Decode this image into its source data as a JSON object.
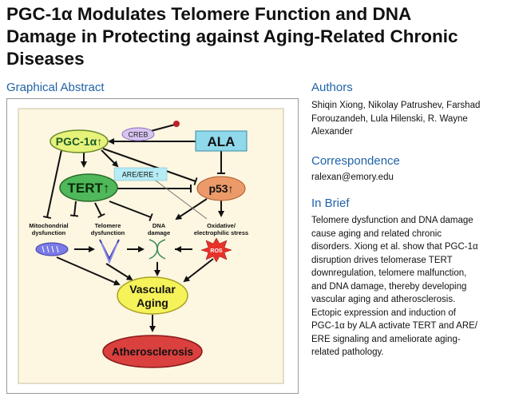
{
  "title_line1": "PGC-1α Modulates Telomere Function and DNA",
  "title_line2": "Damage in Protecting against Aging-Related Chronic",
  "title_line3": "Diseases",
  "graphical_abstract": {
    "heading": "Graphical Abstract",
    "nodes": {
      "pgc": "PGC-1α↑",
      "ala": "ALA",
      "creb": "CREB",
      "are": "ARE/ERE ↑",
      "tert": "TERT↑",
      "p53": "p53↑",
      "mito1": "Mitochondrial",
      "mito2": "dysfunction",
      "telo1": "Telomere",
      "telo2": "dysfunction",
      "dna1": "DNA",
      "dna2": "damage",
      "ox1": "Oxidative/",
      "ox2": "electrophilic stress",
      "ros": "ROS",
      "vasc1": "Vascular",
      "vasc2": "Aging",
      "athero": "Atherosclerosis"
    },
    "colors": {
      "panel_bg": "#fdf6e1",
      "pgc_fill": "#e7f27a",
      "ala_fill": "#8fd9ea",
      "tert_fill": "#4fb85a",
      "p53_fill": "#ec9a6a",
      "vasc_fill": "#f5f25a",
      "athero_fill": "#d9403e"
    }
  },
  "authors": {
    "heading": "Authors",
    "lines": [
      "Shiqin Xiong, Nikolay Patrushev, Farshad",
      "Forouzandeh, Lula Hilenski, R. Wayne",
      "Alexander"
    ]
  },
  "correspondence": {
    "heading": "Correspondence",
    "email": "ralexan@emory.edu"
  },
  "in_brief": {
    "heading": "In Brief",
    "lines": [
      "Telomere dysfunction and DNA damage",
      "cause aging and related chronic",
      "disorders. Xiong et al. show that PGC-1α",
      "disruption drives telomerase TERT",
      "downregulation, telomere malfunction,",
      "and DNA damage, thereby developing",
      "vascular aging and atherosclerosis.",
      "Ectopic expression and induction of",
      "PGC-1α by ALA activate TERT and ARE/",
      "ERE signaling and ameliorate aging-",
      "related pathology."
    ]
  }
}
